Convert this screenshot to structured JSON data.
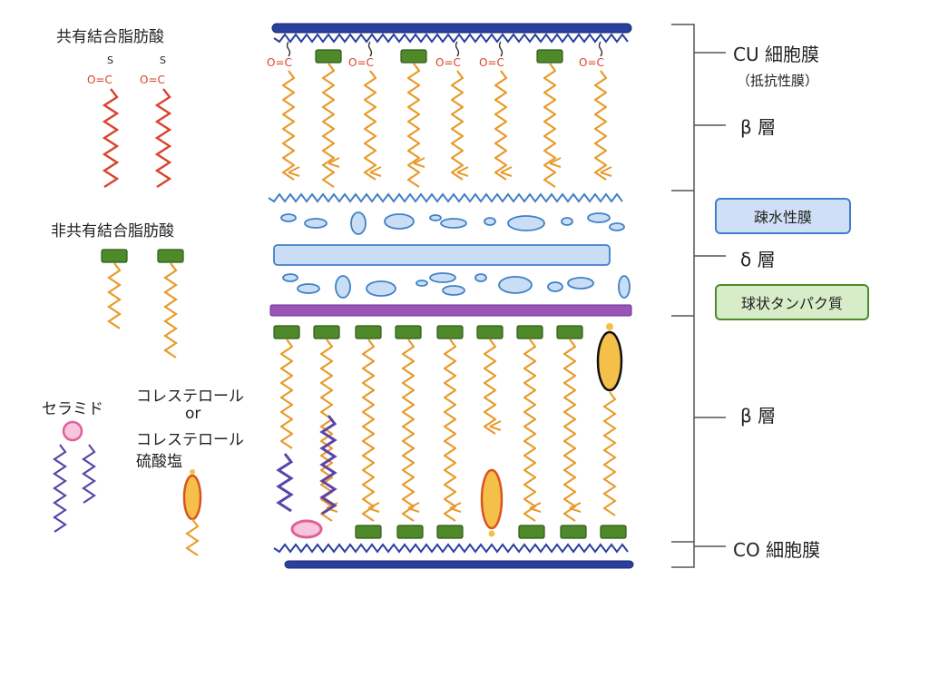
{
  "legend": {
    "covalent_fatty_acid": "共有結合脂肪酸",
    "noncovalent_fatty_acid": "非共有結合脂肪酸",
    "ceramide": "セラミド",
    "cholesterol_line1": "コレステロール",
    "cholesterol_line2": "or",
    "cholesterol_line3": "コレステロール",
    "cholesterol_line4": "硫酸塩",
    "sulfur_symbol": "S",
    "oxygen_symbol": "O",
    "carbon_symbol": "C"
  },
  "layers": {
    "cu_membrane": "CU 細胞膜",
    "cu_membrane_sub": "（抵抗性膜）",
    "beta_upper": "β 層",
    "hydrophobic_membrane": "疎水性膜",
    "delta": "δ 層",
    "globular_protein": "球状タンパク質",
    "beta_lower": "β 層",
    "co_membrane": "CO 細胞膜"
  },
  "colors": {
    "membrane_blue": "#2a3f9e",
    "fatty_acid_orange": "#e89a2a",
    "covalent_red": "#d9432a",
    "headgroup_green": "#4f8a2a",
    "ceramide_purple": "#5b45a8",
    "ceramide_pink": "#e0609a",
    "cholesterol_yellow": "#f5c04a",
    "delta_light_blue": "#c9def5",
    "delta_outline": "#3f80c8",
    "protein_box_green": "#d7ecc9",
    "hydrophobic_box_blue": "#cfe0f6",
    "purple_band": "#9a55b8"
  }
}
